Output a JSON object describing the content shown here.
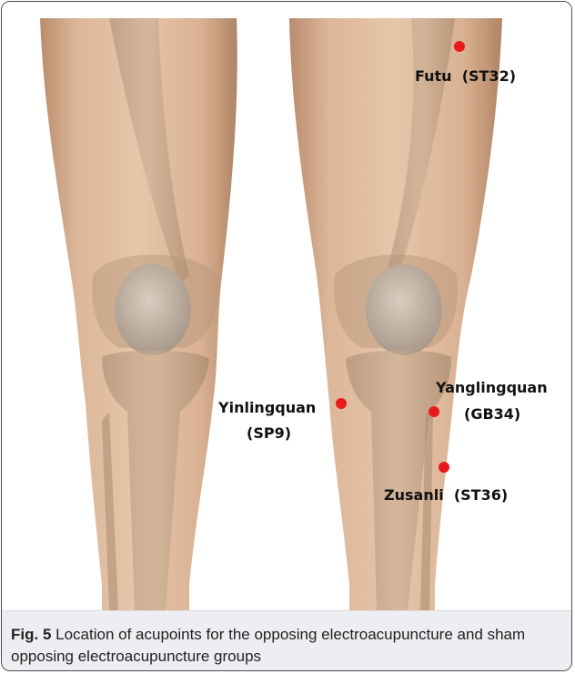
{
  "figure": {
    "points": [
      {
        "id": "futu",
        "name": "Futu",
        "code": "(ST32)"
      },
      {
        "id": "yinlingquan",
        "name": "Yinlingquan",
        "code": "(SP9)"
      },
      {
        "id": "yanglingquan",
        "name": "Yanglingquan",
        "code": "(GB34)"
      },
      {
        "id": "zusanli",
        "name": "Zusanli",
        "code": "(ST36)"
      }
    ],
    "point_color": "#e81b1b"
  },
  "caption": {
    "label": "Fig. 5",
    "text": "Location of acupoints for the opposing electroacupuncture and sham opposing electroacupuncture groups"
  }
}
